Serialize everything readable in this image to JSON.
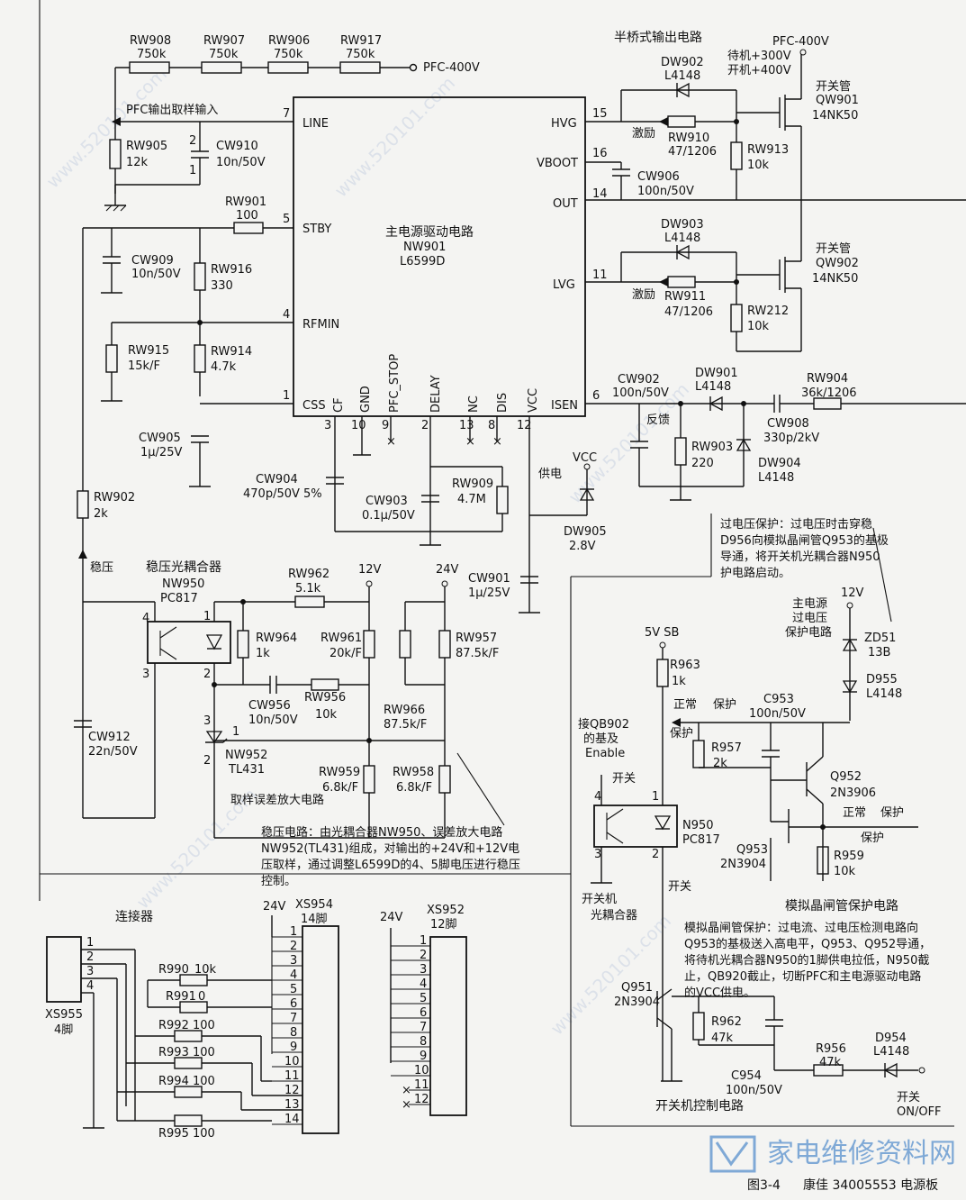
{
  "resistors": {
    "rw908": {
      "name": "RW908",
      "value": "750k"
    },
    "rw907": {
      "name": "RW907",
      "value": "750k"
    },
    "rw906": {
      "name": "RW906",
      "value": "750k"
    },
    "rw917": {
      "name": "RW917",
      "value": "750k"
    },
    "rw905": {
      "name": "RW905",
      "value": "12k"
    },
    "rw901": {
      "name": "RW901",
      "value": "100"
    },
    "rw916": {
      "name": "RW916",
      "value": "330"
    },
    "rw915": {
      "name": "RW915",
      "value": "15k/F"
    },
    "rw914": {
      "name": "RW914",
      "value": "4.7k"
    },
    "rw902": {
      "name": "RW902",
      "value": "2k"
    },
    "rw909": {
      "name": "RW909",
      "value": "4.7M"
    },
    "rw910": {
      "name": "RW910",
      "value": "47/1206"
    },
    "rw913": {
      "name": "RW913",
      "value": "10k"
    },
    "rw911": {
      "name": "RW911",
      "value": "47/1206"
    },
    "rw212": {
      "name": "RW212",
      "value": "10k"
    },
    "rw904": {
      "name": "RW904",
      "value": "36k/1206"
    },
    "rw903": {
      "name": "RW903",
      "value": "220"
    },
    "rw962": {
      "name": "RW962",
      "value": "5.1k"
    },
    "rw964": {
      "name": "RW964",
      "value": "1k"
    },
    "rw961": {
      "name": "RW961",
      "value": "20k/F"
    },
    "rw957": {
      "name": "RW957",
      "value": "87.5k/F"
    },
    "rw956": {
      "name": "RW956",
      "value": "10k"
    },
    "rw966": {
      "name": "RW966",
      "value": "87.5k/F"
    },
    "rw959": {
      "name": "RW959",
      "value": "6.8k/F"
    },
    "rw958": {
      "name": "RW958",
      "value": "6.8k/F"
    },
    "r963": {
      "name": "R963",
      "value": "1k"
    },
    "r957": {
      "name": "R957",
      "value": "2k"
    },
    "r959": {
      "name": "R959",
      "value": "10k"
    },
    "r962": {
      "name": "R962",
      "value": "47k"
    },
    "r956": {
      "name": "R956",
      "value": "47k"
    }
  },
  "capacitors": {
    "cw910": {
      "name": "CW910",
      "value": "10n/50V"
    },
    "cw909": {
      "name": "CW909",
      "value": "10n/50V"
    },
    "cw905": {
      "name": "CW905",
      "value": "1μ/25V"
    },
    "cw904": {
      "name": "CW904",
      "value": "470p/50V 5%"
    },
    "cw903": {
      "name": "CW903",
      "value": "0.1μ/50V"
    },
    "cw906": {
      "name": "CW906",
      "value": "100n/50V"
    },
    "cw902": {
      "name": "CW902",
      "value": "100n/50V"
    },
    "cw908": {
      "name": "CW908",
      "value": "330p/2kV"
    },
    "cw901": {
      "name": "CW901",
      "value": "1μ/25V"
    },
    "cw912": {
      "name": "CW912",
      "value": "22n/50V"
    },
    "cw956": {
      "name": "CW956",
      "value": "10n/50V"
    },
    "c953": {
      "name": "C953",
      "value": "100n/50V"
    },
    "c954": {
      "name": "C954",
      "value": "100n/50V"
    }
  },
  "diodes": {
    "dw902": {
      "name": "DW902",
      "value": "L4148"
    },
    "dw903": {
      "name": "DW903",
      "value": "L4148"
    },
    "dw901": {
      "name": "DW901",
      "value": "L4148"
    },
    "dw904": {
      "name": "DW904",
      "value": "L4148"
    },
    "dw905": {
      "name": "DW905",
      "value": "2.8V"
    },
    "zd51": {
      "name": "ZD51",
      "value": "13B"
    },
    "d955": {
      "name": "D955",
      "value": "L4148"
    },
    "d954": {
      "name": "D954",
      "value": "L4148"
    }
  },
  "ic": {
    "title": "主电源驱动电路",
    "ref": "NW901",
    "part": "L6599D",
    "pins": {
      "line": "LINE",
      "stby": "STBY",
      "rfmin": "RFMIN",
      "css": "CSS",
      "hvg": "HVG",
      "vboot": "VBOOT",
      "out": "OUT",
      "lvg": "LVG",
      "isen": "ISEN",
      "cf": "CF",
      "gnd": "GND",
      "pfc_stop": "PFC_STOP",
      "delay": "DELAY",
      "nc": "NC",
      "dis": "DIS",
      "vcc": "VCC"
    },
    "pin_numbers": {
      "line": "7",
      "stby": "5",
      "rfmin": "4",
      "css": "1",
      "hvg": "15",
      "vboot": "16",
      "out": "14",
      "lvg": "11",
      "isen": "6",
      "cf": "3",
      "gnd": "10",
      "pfc_stop": "9",
      "delay": "2",
      "nc": "13",
      "dis": "8",
      "vcc": "12"
    }
  },
  "mosfets": {
    "qw901": {
      "label": "开关管",
      "name": "QW901",
      "part": "14NK50"
    },
    "qw902": {
      "label": "开关管",
      "name": "QW902",
      "part": "14NK50"
    }
  },
  "transistors": {
    "q952": {
      "name": "Q952",
      "part": "2N3906"
    },
    "q953": {
      "name": "Q953",
      "part": "2N3904"
    },
    "q951": {
      "name": "Q951",
      "part": "2N3904"
    }
  },
  "optocouplers": {
    "nw950": {
      "title": "稳压光耦合器",
      "name": "NW950",
      "part": "PC817"
    },
    "n950": {
      "name": "N950",
      "part": "PC817",
      "caption1": "开关机",
      "caption2": "光耦合器"
    }
  },
  "tl431": {
    "name": "NW952",
    "part": "TL431"
  },
  "labels": {
    "pfc_400v": "PFC-400V",
    "pfc_400v_top": "PFC-400V",
    "pfc_sample": "PFC输出取样输入",
    "half_bridge": "半桥式输出电路",
    "standby": "待机+300V",
    "power_on": "开机+400V",
    "excite1": "激励",
    "excite2": "激励",
    "feedback": "反馈",
    "supply": "供电",
    "vcc": "VCC",
    "regulate": "稳压",
    "v12": "12V",
    "v24": "24V",
    "error_amp": "取样误差放大电路",
    "v5sb": "5V SB",
    "v12b": "12V",
    "main_ov1": "主电源",
    "main_ov2": "过电压",
    "main_ov3": "保护电路",
    "normal1": "正常",
    "protect1": "保护",
    "protect2": "保护",
    "normal2": "正常",
    "protect3": "保护",
    "protect4": "保护",
    "connect_qb902_1": "接QB902",
    "connect_qb902_2": "的基及",
    "connect_qb902_3": "Enable",
    "switch1": "开关",
    "switch2": "开关",
    "switch3": "开关",
    "on_off": "ON/OFF",
    "thyristor_circuit": "模拟晶闸管保护电路",
    "onoff_circuit": "开关机控制电路",
    "connector": "连接器"
  },
  "notes": {
    "regulation": [
      "稳压电路：由光耦合器NW950、误差放大电路",
      "NW952(TL431)组成，对输出的+24V和+12V电",
      "压取样，通过调整L6599D的4、5脚电压进行稳压",
      "控制。"
    ],
    "overvoltage": [
      "过电压保护：过电压时击穿稳",
      "D956向模拟晶闸管Q953的基极",
      "导通，将开关机光耦合器N950",
      "护电路启动。"
    ],
    "thyristor": [
      "模拟晶闸管保护：过电流、过电压检测电路向",
      "Q953的基极送入高电平，Q953、Q952导通，",
      "将待机光耦合器N950的1脚供电拉低，N950截",
      "止，QB920截止，切断PFC和主电源驱动电路",
      "的VCC供电。"
    ]
  },
  "connectors": {
    "xs955": {
      "name": "XS955",
      "pins_label": "4脚",
      "pins": [
        "1",
        "2",
        "3",
        "4"
      ]
    },
    "xs954": {
      "name": "XS954",
      "pins_label": "14脚",
      "supply": "24V",
      "pins": [
        "1",
        "2",
        "3",
        "4",
        "5",
        "6",
        "7",
        "8",
        "9",
        "10",
        "11",
        "12",
        "13",
        "14"
      ]
    },
    "xs952": {
      "name": "XS952",
      "pins_label": "12脚",
      "supply": "24V",
      "pins": [
        "1",
        "2",
        "3",
        "4",
        "5",
        "6",
        "7",
        "8",
        "9",
        "10",
        "11",
        "12"
      ]
    },
    "jumpers": [
      {
        "name": "R990",
        "value": "10k"
      },
      {
        "name": "R991",
        "value": "0"
      },
      {
        "name": "R992",
        "value": "100"
      },
      {
        "name": "R993",
        "value": "100"
      },
      {
        "name": "R994",
        "value": "100"
      },
      {
        "name": "R995",
        "value": "100"
      }
    ]
  },
  "caption": {
    "fig": "图3-4",
    "title": "康佳 34005553 电源板"
  },
  "watermark": {
    "url": "www.520101.com",
    "brand": "家电维修资料网",
    "site": "520101.com",
    "cn": "家电维修资料网"
  }
}
